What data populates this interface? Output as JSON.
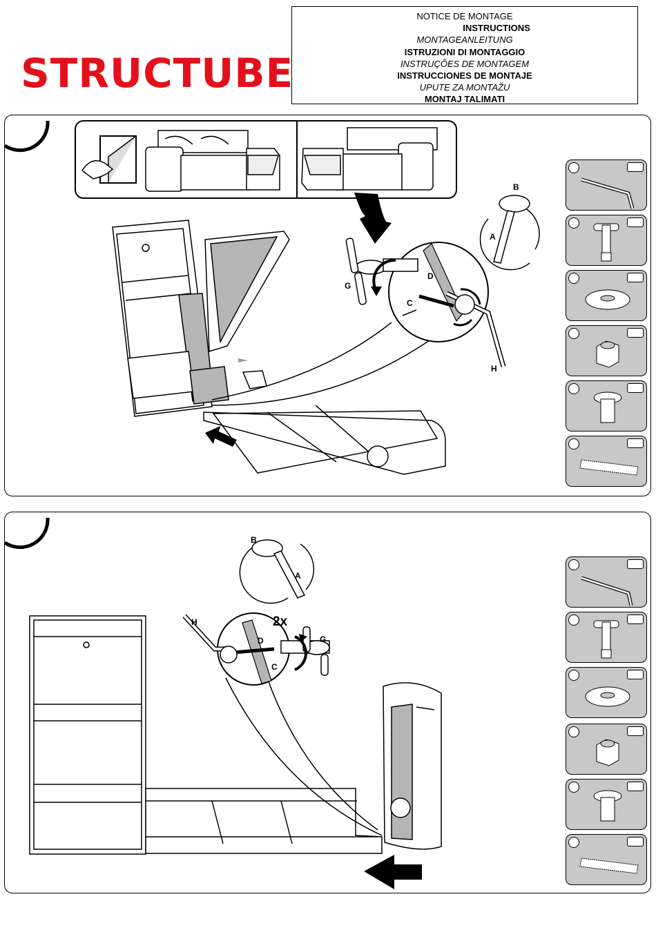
{
  "brand": {
    "logo_text": "STRUCTUBE",
    "logo_color": "#e3101b"
  },
  "title_box": {
    "lines": [
      {
        "text": "NOTICE DE MONTAGE",
        "style": "normal"
      },
      {
        "text": "INSTRUCTIONS",
        "style": "bold"
      },
      {
        "text": "MONTAGEANLEITUNG",
        "style": "italic"
      },
      {
        "text": "ISTRUZIONI DI MONTAGGIO",
        "style": "bold"
      },
      {
        "text": "INSTRUÇÕES DE MONTAGEM",
        "style": "italic"
      },
      {
        "text": "INSTRUCCIONES DE MONTAJE",
        "style": "bold"
      },
      {
        "text": "UPUTE ZA MONTAŽU",
        "style": "italic"
      },
      {
        "text": "MONTAJ TALIMATI",
        "style": "bold"
      }
    ]
  },
  "step1": {
    "labels": {
      "a": "A",
      "b": "B",
      "c": "C",
      "d": "D",
      "g": "G",
      "h": "H"
    },
    "parts": [
      "allen-key-icon",
      "t-bolt-icon",
      "washer-icon",
      "nut-icon",
      "barrel-nut-icon",
      "threaded-rod-icon"
    ]
  },
  "step2": {
    "labels": {
      "a": "A",
      "b": "B",
      "c": "C",
      "d": "D",
      "g": "G",
      "h": "H",
      "count": "2x"
    },
    "parts": [
      "allen-key-icon",
      "t-bolt-icon",
      "washer-icon",
      "nut-icon",
      "barrel-nut-icon",
      "threaded-rod-icon"
    ]
  },
  "colors": {
    "part_bg": "#c8c8c8",
    "panel_gray": "#b5b5b5"
  }
}
